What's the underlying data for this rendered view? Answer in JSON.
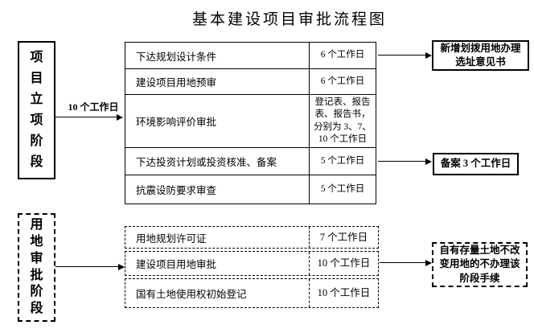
{
  "title": "基本建设项目审批流程图",
  "colors": {
    "line": "#000000",
    "background": "#ffffff"
  },
  "stage1": {
    "label": "项目立项阶段",
    "arrow_label": "10 个工作日",
    "rows": [
      {
        "name": "下达规划设计条件",
        "duration": "6 个工作日"
      },
      {
        "name": "建设项目用地预审",
        "duration": "6 个工作日"
      },
      {
        "name": "环境影响评价审批",
        "duration": "登记表、报告表、报告书，分别为 3、7、10 个工作日"
      },
      {
        "name": "下达投资计划或投资核准、备案",
        "duration": "5 个工作日"
      },
      {
        "name": "抗震设防要求审查",
        "duration": "5 个工作日"
      }
    ],
    "callout1": "新增划拨用地办理选址意见书",
    "callout2": "备案 3 个工作日"
  },
  "stage2": {
    "label": "用地审批阶段",
    "rows": [
      {
        "name": "用地规划许可证",
        "duration": "7 个工作日"
      },
      {
        "name": "建设项目用地审批",
        "duration": "10 个工作日"
      },
      {
        "name": "国有土地使用权初始登记",
        "duration": "10 个工作日"
      }
    ],
    "callout": "自有存量土地不改变用地的不办理该阶段手续"
  }
}
